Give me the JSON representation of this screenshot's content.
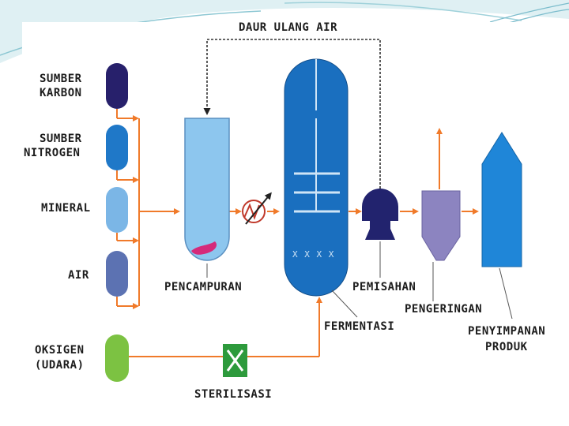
{
  "diagram": {
    "labels": {
      "recycle": "DAUR ULANG AIR",
      "carbon_line1": "SUMBER",
      "carbon_line2": "KARBON",
      "nitrogen_line1": "SUMBER",
      "nitrogen_line2": "NITROGEN",
      "mineral": "MINERAL",
      "water": "AIR",
      "oxygen_line1": "OKSIGEN",
      "oxygen_line2": "(UDARA)",
      "mixing": "PENCAMPURAN",
      "fermentation": "FERMENTASI",
      "separation": "PEMISAHAN",
      "drying": "PENGERINGAN",
      "storage_line1": "PENYIMPANAN",
      "storage_line2": "PRODUK",
      "sterilization": "STERILISASI",
      "filter_mark": "X X X X"
    },
    "colors": {
      "carbon": "#27206b",
      "nitrogen": "#1f78c8",
      "mineral": "#7bb6e6",
      "water": "#5c72b2",
      "oxygen": "#7cc242",
      "flow_arrow": "#f07a2a",
      "fermenter": "#1a6fbf",
      "mixing_tank": "#8dc6ee",
      "separator": "#22236e",
      "dryer": "#8c84c0",
      "storage": "#1f86d8",
      "sterilizer": "#2d9a3c",
      "recycle_line": "#333333"
    },
    "icons": [
      "heat-exchanger-icon",
      "sterilizer-x-icon"
    ]
  }
}
